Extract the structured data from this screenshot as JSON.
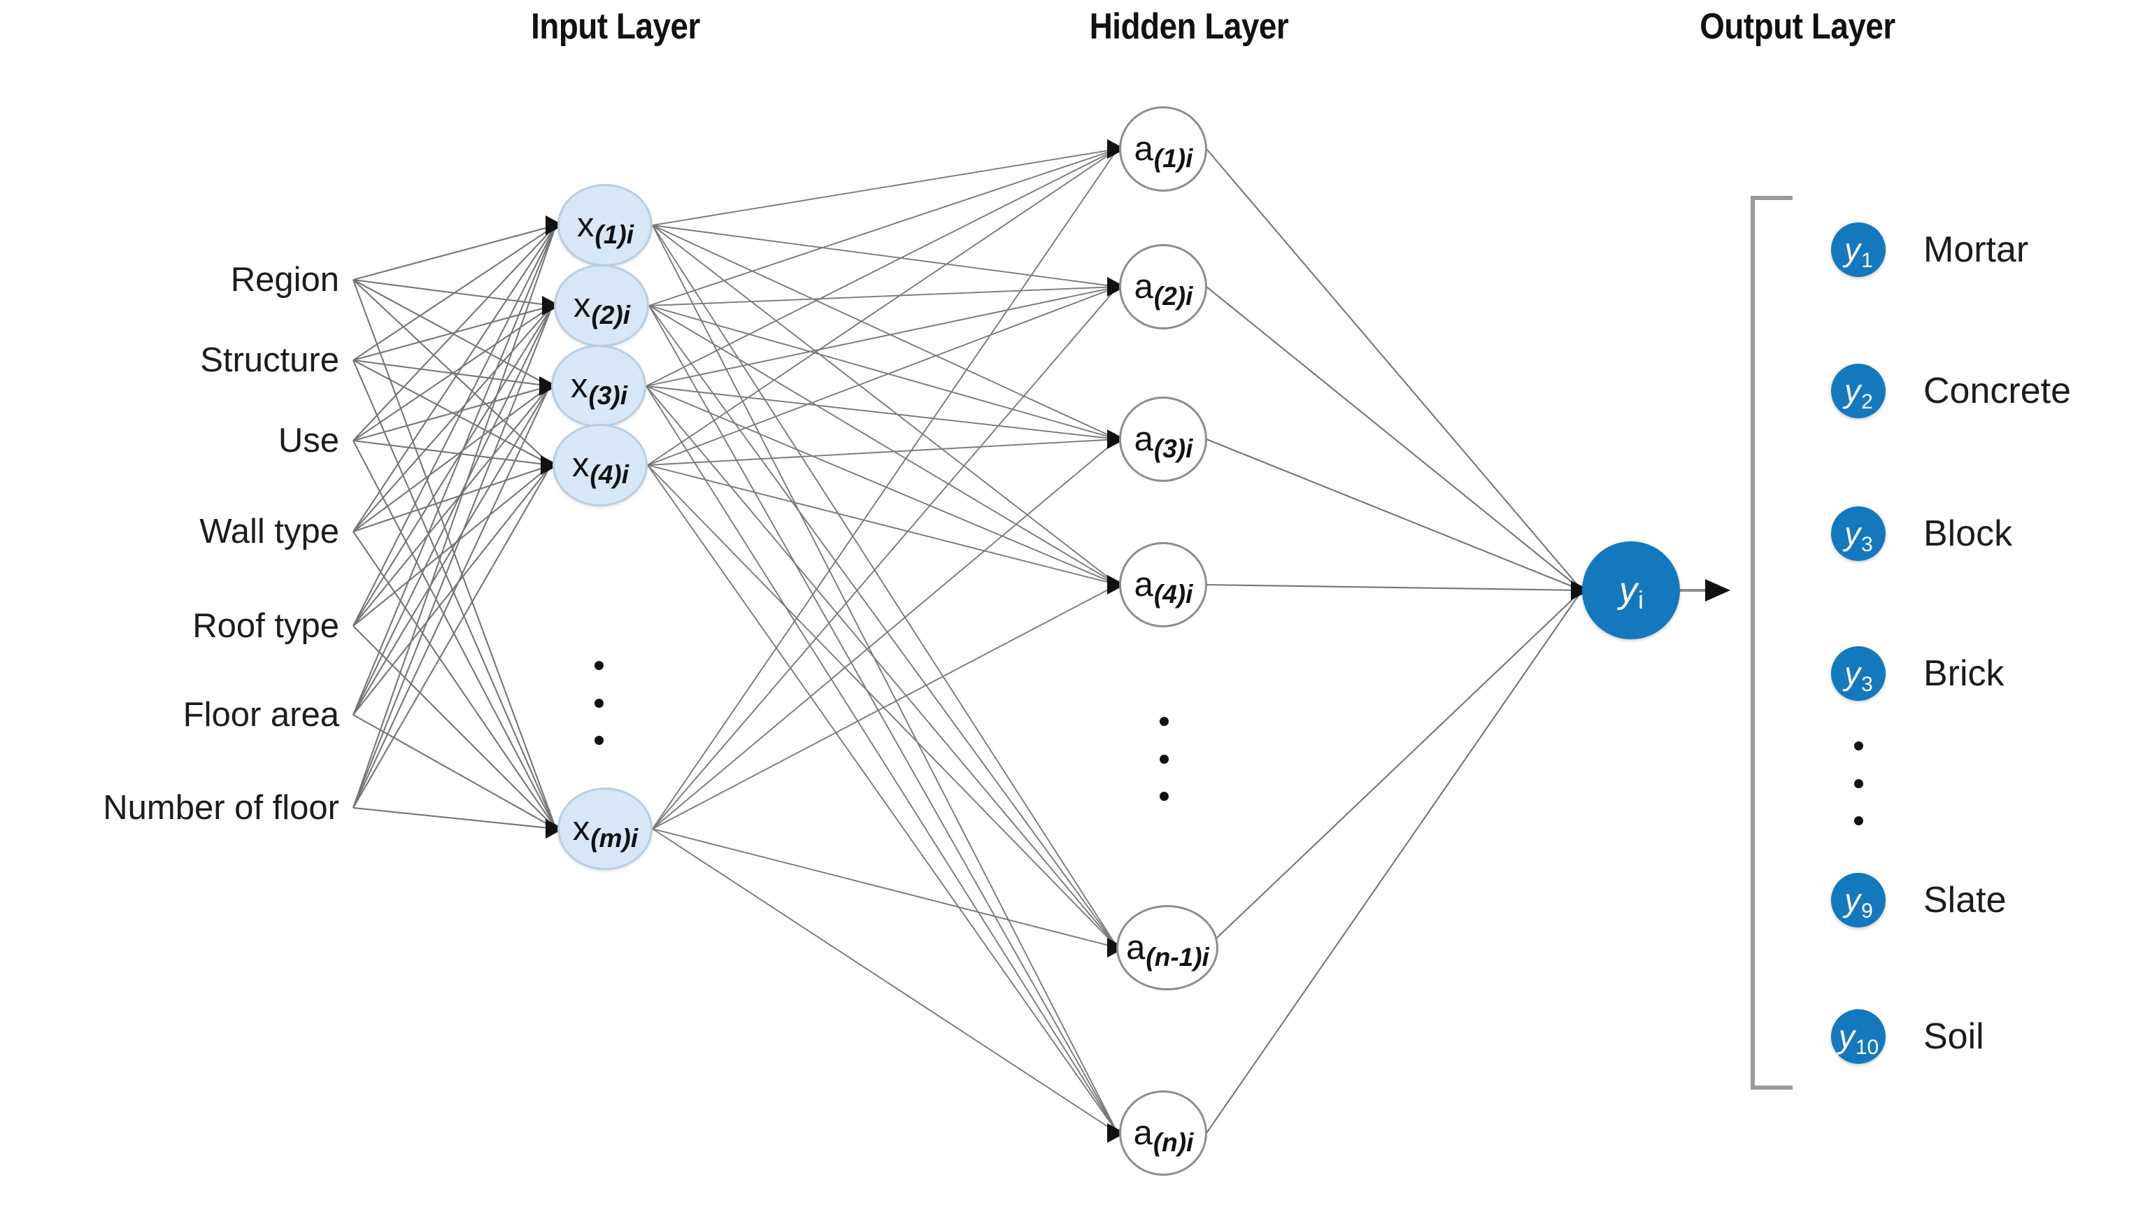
{
  "headers": {
    "input": "Input Layer",
    "hidden": "Hidden Layer",
    "output": "Output Layer"
  },
  "features": [
    "Region",
    "Structure",
    "Use",
    "Wall type",
    "Roof type",
    "Floor area",
    "Number of floor"
  ],
  "input_nodes": [
    {
      "base": "x",
      "sub": "(1)i"
    },
    {
      "base": "x",
      "sub": "(2)i"
    },
    {
      "base": "x",
      "sub": "(3)i"
    },
    {
      "base": "x",
      "sub": "(4)i"
    },
    {
      "base": "x",
      "sub": "(m)i"
    }
  ],
  "hidden_nodes": [
    {
      "base": "a",
      "sub": "(1)i"
    },
    {
      "base": "a",
      "sub": "(2)i"
    },
    {
      "base": "a",
      "sub": "(3)i"
    },
    {
      "base": "a",
      "sub": "(4)i"
    },
    {
      "base": "a",
      "sub": "(n-1)i"
    },
    {
      "base": "a",
      "sub": "(n)i"
    }
  ],
  "output_node": {
    "base": "y",
    "sub": "i"
  },
  "output_classes": [
    {
      "symbol": "y",
      "sub": "1",
      "label": "Mortar"
    },
    {
      "symbol": "y",
      "sub": "2",
      "label": "Concrete"
    },
    {
      "symbol": "y",
      "sub": "3",
      "label": "Block"
    },
    {
      "symbol": "y",
      "sub": "3",
      "label": "Brick"
    },
    {
      "symbol": "y",
      "sub": "9",
      "label": "Slate"
    },
    {
      "symbol": "y",
      "sub": "10",
      "label": "Soil"
    }
  ],
  "colors": {
    "node_blue": "#1478be",
    "input_fill": "#d7e6f4",
    "input_stroke": "#b9cfe0",
    "hidden_stroke": "#8d8d8d",
    "edge": "#6f6f6f",
    "bracket": "#9a9a9a",
    "text": "#1c1c1c"
  },
  "chart_data": {
    "type": "diagram",
    "title": "Artificial neural network architecture for building material classification",
    "layers": [
      {
        "name": "Input Layer",
        "node_count_shown": 5,
        "node_count_symbolic": "m",
        "nodes": [
          "x(1)i",
          "x(2)i",
          "x(3)i",
          "x(4)i",
          "x(m)i"
        ],
        "feature_labels": [
          "Region",
          "Structure",
          "Use",
          "Wall type",
          "Roof type",
          "Floor area",
          "Number of floor"
        ]
      },
      {
        "name": "Hidden Layer",
        "node_count_shown": 6,
        "node_count_symbolic": "n",
        "nodes": [
          "a(1)i",
          "a(2)i",
          "a(3)i",
          "a(4)i",
          "a(n-1)i",
          "a(n)i"
        ]
      },
      {
        "name": "Output Layer",
        "node_count_shown": 1,
        "nodes": [
          "yi"
        ],
        "classes": [
          "y1 Mortar",
          "y2 Concrete",
          "y3 Block",
          "y3 Brick",
          "y9 Slate",
          "y10 Soil"
        ]
      }
    ],
    "connectivity": "fully-connected input→hidden→output",
    "ellipses": [
      "input layer vertical dots",
      "hidden layer vertical dots",
      "output class list vertical dots"
    ]
  }
}
